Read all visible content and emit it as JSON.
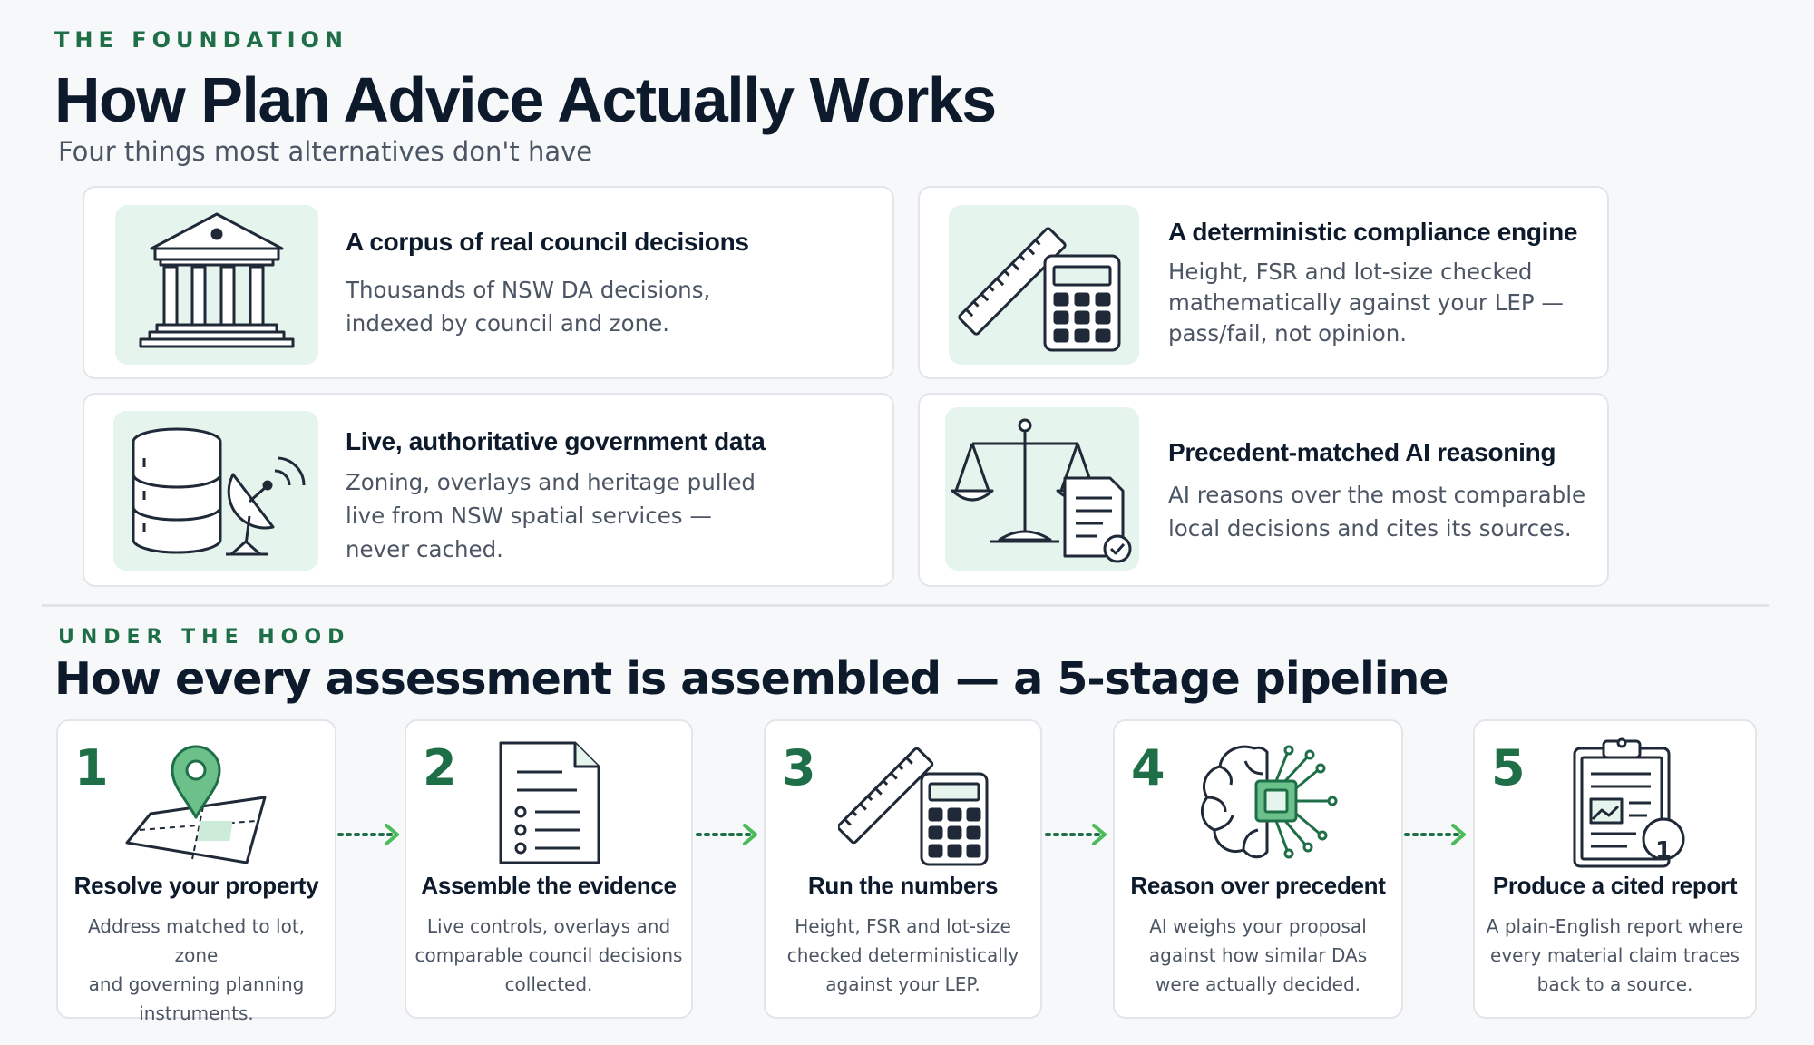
{
  "foundation": {
    "eyebrow": "THE FOUNDATION",
    "title": "How Plan Advice Actually Works",
    "subtitle": "Four things most alternatives don't have",
    "cards": [
      {
        "title": "A corpus of real council decisions",
        "lines": [
          "Thousands of NSW DA decisions,",
          "indexed by council and zone."
        ],
        "icon": "council-building-icon"
      },
      {
        "title": "A deterministic compliance engine",
        "lines": [
          "Height, FSR and lot-size checked",
          "mathematically against your LEP —",
          "pass/fail, not opinion."
        ],
        "icon": "ruler-calculator-icon"
      },
      {
        "title": "Live, authoritative government data",
        "lines": [
          "Zoning, overlays and heritage pulled",
          "live from NSW spatial services —",
          "never cached."
        ],
        "icon": "database-satellite-icon"
      },
      {
        "title": "Precedent-matched AI reasoning",
        "lines": [
          "AI reasons over the most comparable",
          "local decisions and cites its sources."
        ],
        "icon": "scales-document-icon"
      }
    ]
  },
  "pipeline": {
    "eyebrow": "UNDER THE HOOD",
    "title": "How every assessment is assembled — a 5-stage pipeline",
    "stages": [
      {
        "number": "1",
        "title": "Resolve your property",
        "lines": [
          "Address matched to lot, zone",
          "and governing planning",
          "instruments."
        ],
        "icon": "map-pin-icon"
      },
      {
        "number": "2",
        "title": "Assemble the evidence",
        "lines": [
          "Live controls, overlays and",
          "comparable council decisions",
          "collected."
        ],
        "icon": "document-icon"
      },
      {
        "number": "3",
        "title": "Run the numbers",
        "lines": [
          "Height, FSR and lot-size",
          "checked deterministically",
          "against your LEP."
        ],
        "icon": "ruler-calculator-icon"
      },
      {
        "number": "4",
        "title": "Reason over precedent",
        "lines": [
          "AI weighs your proposal",
          "against how similar DAs",
          "were actually decided."
        ],
        "icon": "brain-chip-icon"
      },
      {
        "number": "5",
        "title": "Produce a cited report",
        "lines": [
          "A plain-English report where",
          "every material claim traces",
          "back to a source."
        ],
        "icon": "clipboard-report-icon",
        "badge": "1"
      }
    ]
  },
  "colors": {
    "accent": "#1e6f48",
    "arrow": "#4cbb5c",
    "tile": "#e5f4ec",
    "icon_stroke": "#1f2937"
  }
}
